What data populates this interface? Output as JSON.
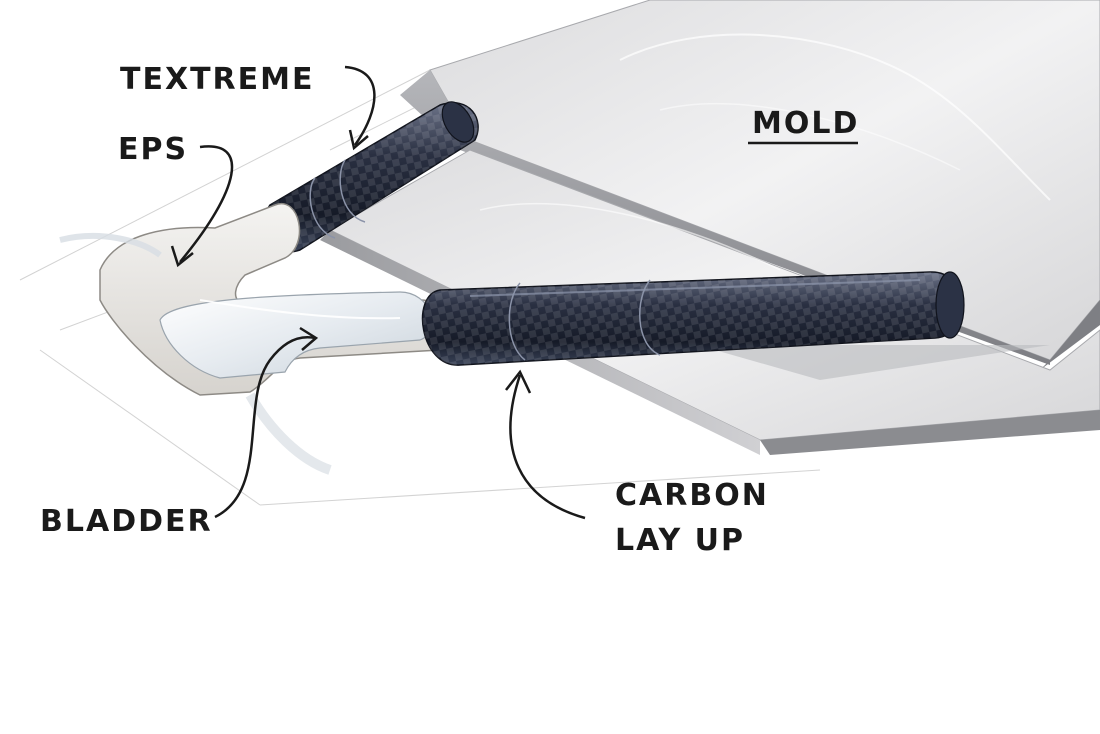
{
  "labels": {
    "textreme": "TEXTREME",
    "eps": "EPS",
    "mold": "MOLD",
    "bladder": "BLADDER",
    "carbon_line1": "CARBON",
    "carbon_line2": "LAY UP"
  },
  "colors": {
    "mold_light": "#e6e6e8",
    "mold_mid": "#c9c9cc",
    "mold_dark": "#8f9094",
    "carbon_dark": "#1d2334",
    "carbon_mid": "#3a4358",
    "carbon_light": "#6c7388",
    "eps_foam": "#e9e7e3",
    "ink": "#1a1a1a"
  }
}
